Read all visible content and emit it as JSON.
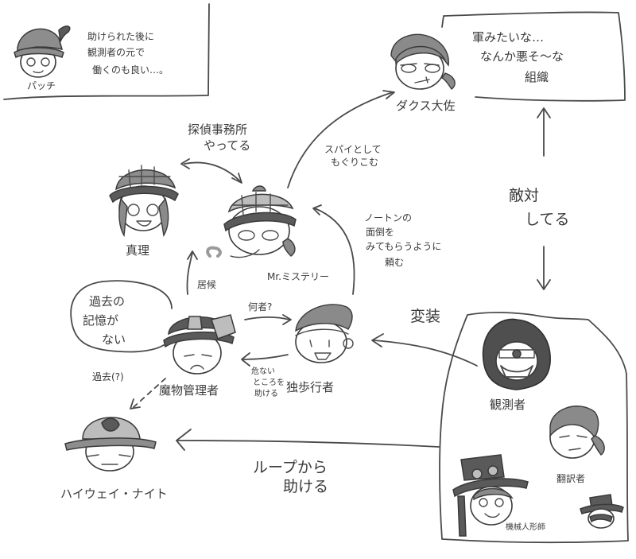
{
  "diagram": {
    "type": "character-relationship-chart",
    "style": "hand-drawn grayscale sketch",
    "ink_color": "#4a4a4a",
    "background": "#ffffff",
    "nodes": [
      {
        "id": "patch",
        "label": "パッチ",
        "group": "note"
      },
      {
        "id": "dax",
        "label": "ダクス大佐"
      },
      {
        "id": "mari",
        "label": "真理"
      },
      {
        "id": "mystery",
        "label": "Mr.ミステリー"
      },
      {
        "id": "manager",
        "label": "魔物管理者"
      },
      {
        "id": "walker",
        "label": "独歩行者"
      },
      {
        "id": "knight",
        "label": "ハイウェイ・ナイト"
      },
      {
        "id": "observer",
        "label": "観測者",
        "group": "disguise"
      },
      {
        "id": "translator",
        "label": "翻訳者",
        "group": "disguise"
      },
      {
        "id": "puppeteer",
        "label": "機械人形師",
        "group": "disguise"
      },
      {
        "id": "cowboy",
        "label": "",
        "group": "disguise"
      }
    ],
    "note_box": {
      "lines": [
        "助けられた後に",
        "観測者の元で",
        "働くのも良い…。"
      ]
    },
    "org_box": {
      "lines": [
        "軍みたいな…",
        "なんか悪そ～な",
        "組織"
      ]
    },
    "memory_bubble": {
      "lines": [
        "過去の",
        "記憶が",
        "ない"
      ]
    },
    "disguise_group_label": "変装",
    "edges": [
      {
        "from": "mari",
        "to": "mystery",
        "style": "double-arrow",
        "label_lines": [
          "探偵事務所",
          "やってる"
        ]
      },
      {
        "from": "mystery",
        "to": "dax",
        "style": "arrow",
        "label_lines": [
          "スパイとして",
          "もぐりこむ"
        ]
      },
      {
        "from": "walker",
        "to": "mystery",
        "style": "arrow",
        "label_lines": [
          "ノートンの",
          "面倒を",
          "みてもらうように",
          "頼む"
        ]
      },
      {
        "from": "manager",
        "to": "mari",
        "style": "arrow",
        "label_lines": [
          "居候"
        ]
      },
      {
        "from": "manager",
        "to": "walker",
        "style": "arrow",
        "label_lines": [
          "何者?"
        ]
      },
      {
        "from": "walker",
        "to": "manager",
        "style": "arrow",
        "label_lines": [
          "危ない",
          "ところを",
          "助ける"
        ]
      },
      {
        "from": "manager",
        "to": "knight",
        "style": "dashed-arrow",
        "label_lines": [
          "過去(?)"
        ]
      },
      {
        "from": "disguise-group",
        "to": "walker",
        "style": "line-arrow",
        "label_lines": []
      },
      {
        "from": "disguise-group",
        "to": "knight",
        "style": "arrow",
        "label_lines": [
          "ループから",
          "助ける"
        ]
      },
      {
        "from": "disguise-group",
        "to": "org",
        "style": "double-arrow-vertical",
        "label_lines": [
          "敵対",
          "してる"
        ]
      }
    ]
  }
}
